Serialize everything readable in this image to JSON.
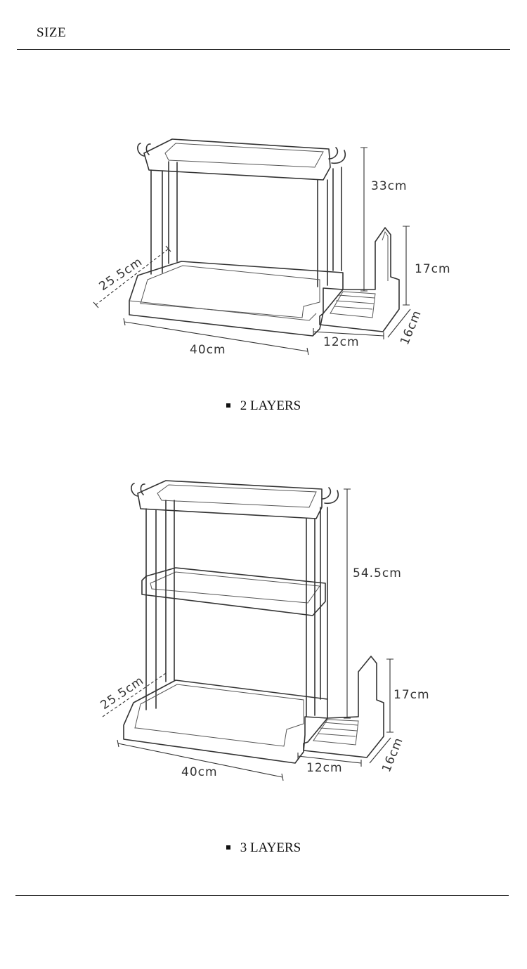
{
  "title": "SIZE",
  "diagrams": [
    {
      "caption": "2 LAYERS",
      "dimensions": {
        "height": "33cm",
        "holder_height": "17cm",
        "depth": "25.5cm",
        "width": "40cm",
        "holder_width": "12cm",
        "holder_depth": "16cm"
      }
    },
    {
      "caption": "3 LAYERS",
      "dimensions": {
        "height": "54.5cm",
        "holder_height": "17cm",
        "depth": "25.5cm",
        "width": "40cm",
        "holder_width": "12cm",
        "holder_depth": "16cm"
      }
    }
  ],
  "colors": {
    "line": "#333333",
    "text": "#111111"
  }
}
